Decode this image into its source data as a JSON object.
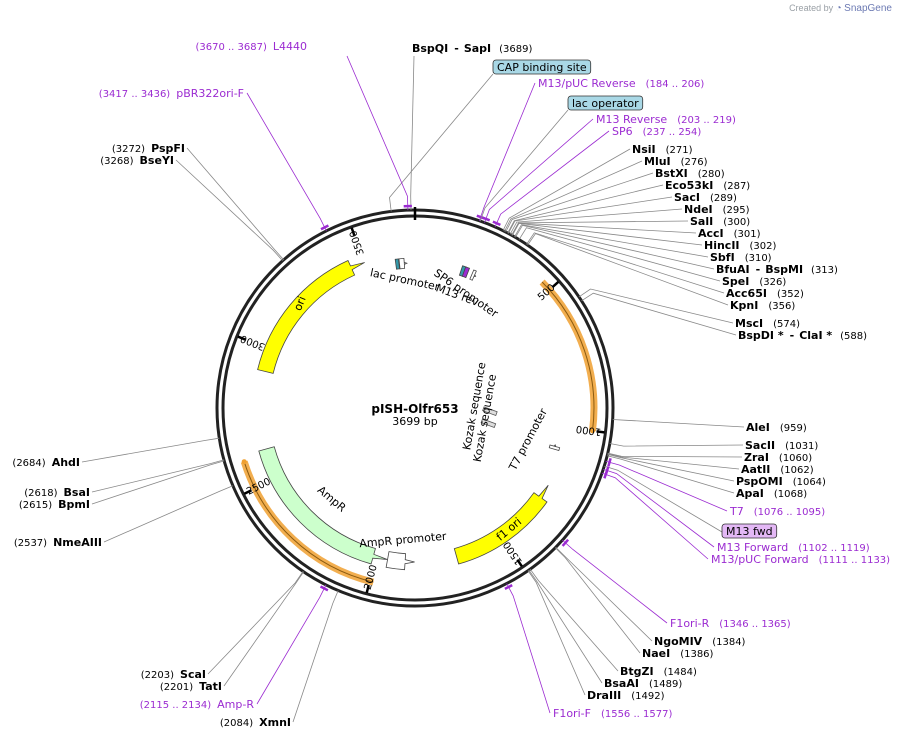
{
  "watermark": {
    "created_by": "Created by",
    "brand": "SnapGene"
  },
  "plasmid": {
    "name": "pISH-Olfr653",
    "size_label": "3699 bp",
    "length": 3699
  },
  "ticks": [
    {
      "bp": 500,
      "label": "500"
    },
    {
      "bp": 1000,
      "label": "1000"
    },
    {
      "bp": 1500,
      "label": "1500"
    },
    {
      "bp": 2000,
      "label": "2000"
    },
    {
      "bp": 2500,
      "label": "2500"
    },
    {
      "bp": 3000,
      "label": "3000"
    },
    {
      "bp": 3500,
      "label": "3500"
    }
  ],
  "features": [
    {
      "name": "ori",
      "start": 2915,
      "end": 3503,
      "dir": 1,
      "color": "#ffff00",
      "label": "ori",
      "label_type": "inside"
    },
    {
      "name": "AmpR",
      "start": 1956,
      "end": 2616,
      "dir": -1,
      "color": "#ccffcc",
      "label": "AmpR",
      "label_type": "inside"
    },
    {
      "name": "AmpR promoter",
      "start": 1851,
      "end": 1955,
      "dir": -1,
      "color": "#ffffff",
      "label": "AmpR promoter",
      "label_type": "inside"
    },
    {
      "name": "f1 ori",
      "start": 1234,
      "end": 1689,
      "dir": -1,
      "color": "#ffff00",
      "label": "f1 ori",
      "label_type": "inside"
    },
    {
      "name": "T7 promoter",
      "start": 1076,
      "end": 1094,
      "dir": -1,
      "color": "#ffffff",
      "label": "T7 promoter",
      "label_type": "inside"
    },
    {
      "name": "lac promoter",
      "start": 3636,
      "end": 3666,
      "dir": 1,
      "color": "#ffffff",
      "label": "lac promoter",
      "label_type": "inside"
    },
    {
      "name": "CAP binding site",
      "start": 3621,
      "end": 3634,
      "dir": 0,
      "color": "#3399aa",
      "label": "",
      "label_type": "none"
    },
    {
      "name": "lac operator",
      "start": 190,
      "end": 206,
      "dir": 0,
      "color": "#3399aa",
      "label": "",
      "label_type": "none"
    },
    {
      "name": "M13 rev",
      "start": 203,
      "end": 219,
      "dir": 0,
      "color": "#9b2bd1",
      "label": "M13 rev",
      "label_type": "inside"
    },
    {
      "name": "SP6 promoter",
      "start": 237,
      "end": 254,
      "dir": 1,
      "color": "#ffffff",
      "label": "SP6 promoter",
      "label_type": "inside"
    }
  ],
  "orange_arcs": [
    {
      "start": 465,
      "end": 1000,
      "dir": 1
    },
    {
      "start": 1988,
      "end": 2595,
      "dir": 1
    }
  ],
  "kozak": [
    {
      "label": "Kozak sequence",
      "bp": 950
    },
    {
      "label": "Kozak sequence",
      "bp": 1045
    }
  ],
  "labels": [
    {
      "kind": "enzyme",
      "bp": 3687,
      "name": "BspQI",
      "sep": "-",
      "name2": "SapI",
      "pos": "(3689)"
    },
    {
      "kind": "box",
      "bp": 3628,
      "name": "CAP binding site"
    },
    {
      "kind": "primer",
      "bp": 195,
      "name": "M13/pUC Reverse",
      "pos": "(184 .. 206)"
    },
    {
      "kind": "box",
      "bp": 198,
      "name": "lac operator"
    },
    {
      "kind": "primer",
      "bp": 211,
      "name": "M13 Reverse",
      "pos": "(203 .. 219)"
    },
    {
      "kind": "primer",
      "bp": 245,
      "name": "SP6",
      "pos": "(237 .. 254)"
    },
    {
      "kind": "enzyme",
      "bp": 271,
      "name": "NsiI",
      "pos": "(271)"
    },
    {
      "kind": "enzyme",
      "bp": 276,
      "name": "MluI",
      "pos": "(276)"
    },
    {
      "kind": "enzyme",
      "bp": 280,
      "name": "BstXI",
      "pos": "(280)"
    },
    {
      "kind": "enzyme",
      "bp": 287,
      "name": "Eco53kI",
      "pos": "(287)"
    },
    {
      "kind": "enzyme",
      "bp": 289,
      "name": "SacI",
      "pos": "(289)"
    },
    {
      "kind": "enzyme",
      "bp": 295,
      "name": "NdeI",
      "pos": "(295)"
    },
    {
      "kind": "enzyme",
      "bp": 300,
      "name": "SalI",
      "pos": "(300)"
    },
    {
      "kind": "enzyme",
      "bp": 301,
      "name": "AccI",
      "pos": "(301)"
    },
    {
      "kind": "enzyme",
      "bp": 302,
      "name": "HincII",
      "pos": "(302)"
    },
    {
      "kind": "enzyme",
      "bp": 310,
      "name": "SbfI",
      "pos": "(310)"
    },
    {
      "kind": "enzyme",
      "bp": 313,
      "name": "BfuAI",
      "sep": "-",
      "name2": "BspMI",
      "pos": "(313)"
    },
    {
      "kind": "enzyme",
      "bp": 326,
      "name": "SpeI",
      "pos": "(326)"
    },
    {
      "kind": "enzyme",
      "bp": 352,
      "name": "Acc65I",
      "pos": "(352)"
    },
    {
      "kind": "enzyme",
      "bp": 356,
      "name": "KpnI",
      "pos": "(356)"
    },
    {
      "kind": "enzyme",
      "bp": 574,
      "name": "MscI",
      "pos": "(574)"
    },
    {
      "kind": "enzyme",
      "bp": 588,
      "name": "BspDI *",
      "sep": "-",
      "name2": "ClaI *",
      "pos": "(588)"
    },
    {
      "kind": "enzyme",
      "bp": 959,
      "name": "AleI",
      "pos": "(959)"
    },
    {
      "kind": "enzyme",
      "bp": 1031,
      "name": "SacII",
      "pos": "(1031)"
    },
    {
      "kind": "enzyme",
      "bp": 1060,
      "name": "ZraI",
      "pos": "(1060)"
    },
    {
      "kind": "enzyme",
      "bp": 1062,
      "name": "AatII",
      "pos": "(1062)"
    },
    {
      "kind": "enzyme",
      "bp": 1064,
      "name": "PspOMI",
      "pos": "(1064)"
    },
    {
      "kind": "enzyme",
      "bp": 1068,
      "name": "ApaI",
      "pos": "(1068)"
    },
    {
      "kind": "primer",
      "bp": 1085,
      "name": "T7",
      "pos": "(1076 .. 1095)"
    },
    {
      "kind": "fbox",
      "bp": 1100,
      "name": "M13 fwd"
    },
    {
      "kind": "primer",
      "bp": 1110,
      "name": "M13 Forward",
      "pos": "(1102 .. 1119)"
    },
    {
      "kind": "primer",
      "bp": 1122,
      "name": "M13/pUC Forward",
      "pos": "(1111 .. 1133)"
    },
    {
      "kind": "primer",
      "bp": 1355,
      "name": "F1ori-R",
      "pos": "(1346 .. 1365)"
    },
    {
      "kind": "enzyme",
      "bp": 1384,
      "name": "NgoMIV",
      "pos": "(1384)"
    },
    {
      "kind": "enzyme",
      "bp": 1386,
      "name": "NaeI",
      "pos": "(1386)"
    },
    {
      "kind": "enzyme",
      "bp": 1484,
      "name": "BtgZI",
      "pos": "(1484)"
    },
    {
      "kind": "enzyme",
      "bp": 1489,
      "name": "BsaAI",
      "pos": "(1489)"
    },
    {
      "kind": "enzyme",
      "bp": 1492,
      "name": "DraIII",
      "pos": "(1492)"
    },
    {
      "kind": "primer",
      "bp": 1566,
      "name": "F1ori-F",
      "pos": "(1556 .. 1577)"
    },
    {
      "kind": "enzyme",
      "bp": 2084,
      "name": "XmnI",
      "pos": "(2084)"
    },
    {
      "kind": "primer",
      "bp": 2124,
      "name": "Amp-R",
      "pos": "(2115 .. 2134)"
    },
    {
      "kind": "enzyme",
      "bp": 2201,
      "name": "TatI",
      "pos": "(2201)"
    },
    {
      "kind": "enzyme",
      "bp": 2203,
      "name": "ScaI",
      "pos": "(2203)"
    },
    {
      "kind": "enzyme",
      "bp": 2537,
      "name": "NmeAIII",
      "pos": "(2537)"
    },
    {
      "kind": "enzyme",
      "bp": 2615,
      "name": "BpmI",
      "pos": "(2615)"
    },
    {
      "kind": "enzyme",
      "bp": 2618,
      "name": "BsaI",
      "pos": "(2618)"
    },
    {
      "kind": "enzyme",
      "bp": 2684,
      "name": "AhdI",
      "pos": "(2684)"
    },
    {
      "kind": "enzyme",
      "bp": 3268,
      "name": "BseYI",
      "pos": "(3268)"
    },
    {
      "kind": "enzyme",
      "bp": 3272,
      "name": "PspFI",
      "pos": "(3272)"
    },
    {
      "kind": "primer",
      "bp": 3426,
      "name": "pBR322ori-F",
      "pos": "(3417 .. 3436)"
    },
    {
      "kind": "primer",
      "bp": 3678,
      "name": "L4440",
      "pos": "(3670 .. 3687)"
    }
  ],
  "colors": {
    "primer": "#9b2bd1",
    "box_fill": "#a9d8e6",
    "fbox_fill": "#e3b8f5",
    "orange": "#f0a030"
  }
}
